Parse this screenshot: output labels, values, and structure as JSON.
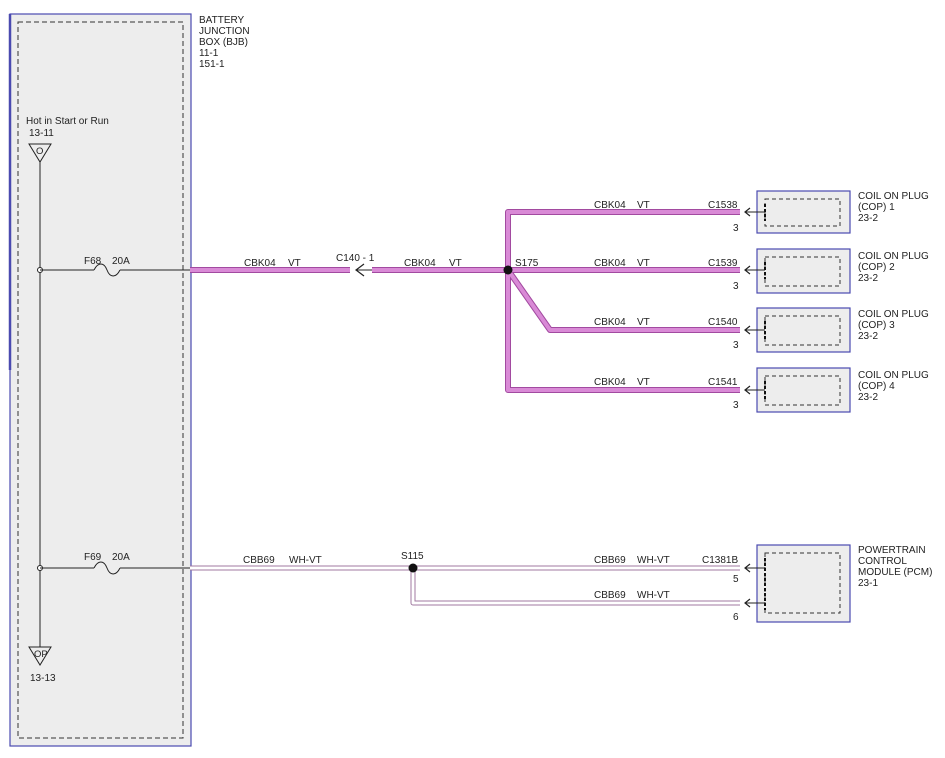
{
  "colors": {
    "violet_wire": "#d98ad6",
    "violet_edge": "#a24aa0",
    "white_wire": "#ffffff",
    "white_edge": "#a07aa0",
    "box_fill": "#ededed",
    "box_border": "#4a4ab0",
    "line": "#222222"
  },
  "bjb": {
    "title_lines": [
      "BATTERY",
      "JUNCTION",
      "BOX (BJB)",
      "11-1",
      "151-1"
    ],
    "hot_label": "Hot in Start or Run",
    "hot_ref": "13-11",
    "hot_symbol": "O",
    "bottom_symbol": "OP",
    "bottom_ref": "13-13",
    "fuses": [
      {
        "name": "F68",
        "rating": "20A"
      },
      {
        "name": "F69",
        "rating": "20A"
      }
    ]
  },
  "upper_circuit": {
    "wire_code": "CBK04",
    "wire_color": "VT",
    "inline_connector": "C140 - 1",
    "splice": "S175",
    "branches": [
      {
        "connector": "C1538",
        "pin": "3",
        "wire_code": "CBK04",
        "wire_color": "VT"
      },
      {
        "connector": "C1539",
        "pin": "3",
        "wire_code": "CBK04",
        "wire_color": "VT"
      },
      {
        "connector": "C1540",
        "pin": "3",
        "wire_code": "CBK04",
        "wire_color": "VT"
      },
      {
        "connector": "C1541",
        "pin": "3",
        "wire_code": "CBK04",
        "wire_color": "VT"
      }
    ]
  },
  "components": [
    {
      "line1": "COIL ON PLUG",
      "line2": "(COP) 1",
      "ref": "23-2"
    },
    {
      "line1": "COIL ON PLUG",
      "line2": "(COP) 2",
      "ref": "23-2"
    },
    {
      "line1": "COIL ON PLUG",
      "line2": "(COP) 3",
      "ref": "23-2"
    },
    {
      "line1": "COIL ON PLUG",
      "line2": "(COP) 4",
      "ref": "23-2"
    }
  ],
  "lower_circuit": {
    "wire_code": "CBB69",
    "wire_color": "WH-VT",
    "splice": "S115",
    "connector": "C1381B",
    "branches": [
      {
        "pin": "5",
        "wire_code": "CBB69",
        "wire_color": "WH-VT"
      },
      {
        "pin": "6",
        "wire_code": "CBB69",
        "wire_color": "WH-VT"
      }
    ]
  },
  "pcm": {
    "lines": [
      "POWERTRAIN",
      "CONTROL",
      "MODULE (PCM)"
    ],
    "ref": "23-1"
  }
}
